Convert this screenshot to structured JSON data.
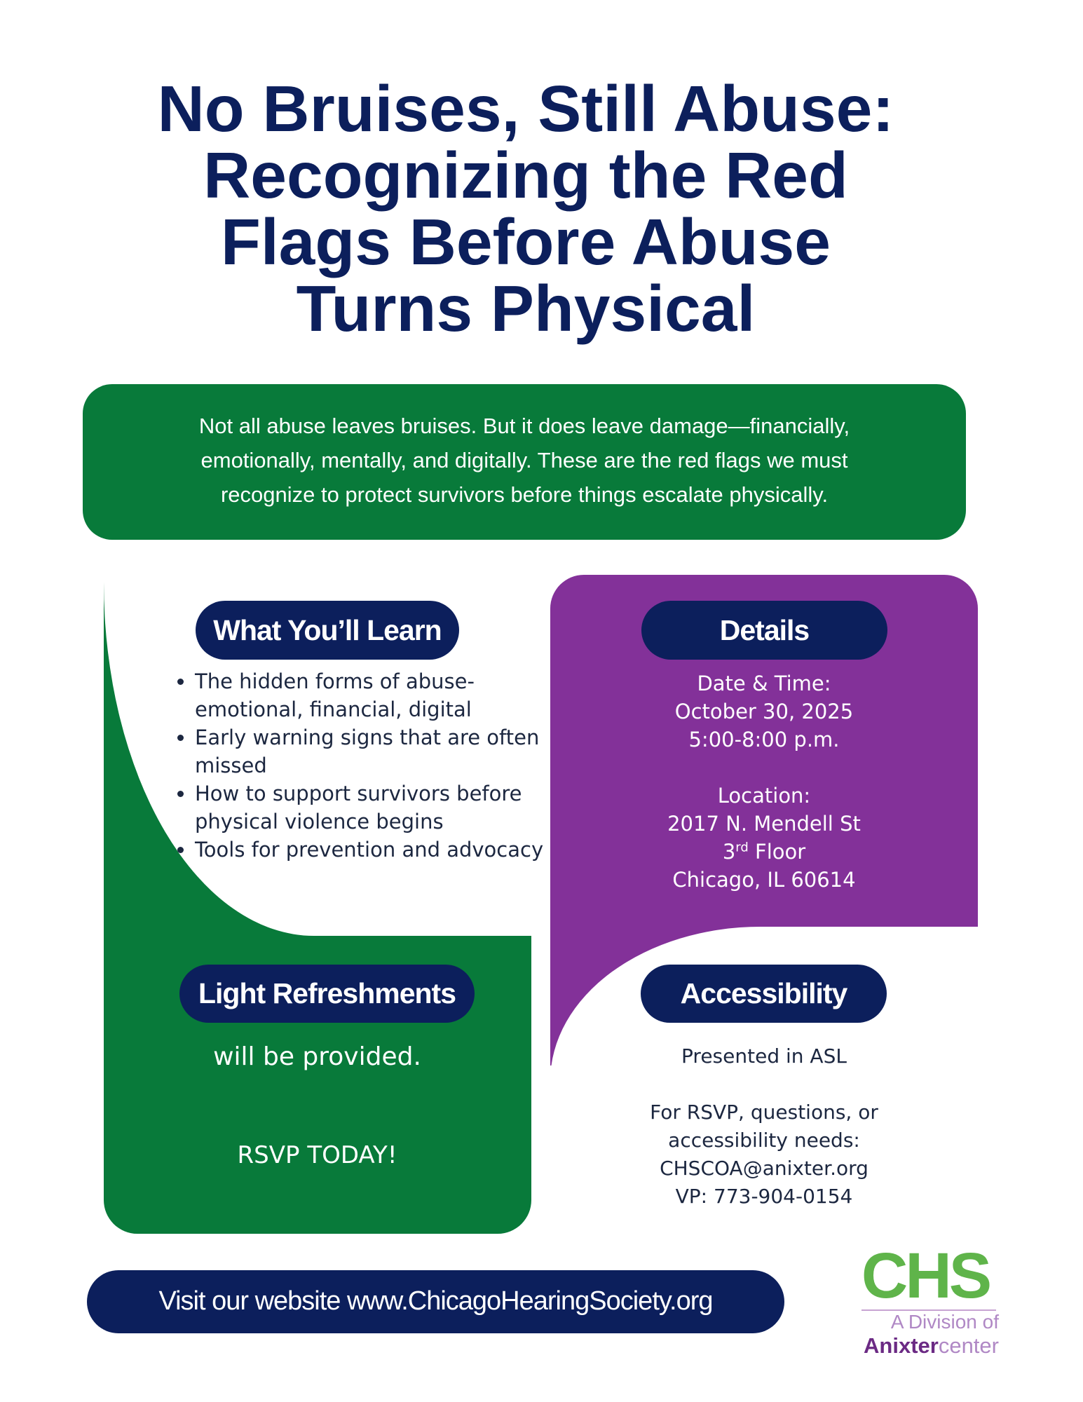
{
  "title": {
    "lines": [
      "No Bruises, Still Abuse:",
      "Recognizing the Red",
      "Flags Before Abuse",
      "Turns Physical"
    ]
  },
  "intro": {
    "lines": [
      "Not all abuse leaves bruises. But it does leave damage—financially,",
      "emotionally, mentally, and digitally. These are the red flags we must",
      "recognize to protect survivors before things escalate physically."
    ]
  },
  "learn": {
    "heading": "What You’ll Learn",
    "items": [
      "The hidden forms of abuse- emotional, financial, digital",
      "Early warning signs that are often missed",
      "How to support survivors before physical violence begins",
      "Tools for prevention and advocacy"
    ]
  },
  "details": {
    "heading": "Details",
    "date_label": "Date & Time:",
    "date": "October 30, 2025",
    "time": "5:00-8:00 p.m.",
    "location_label": "Location:",
    "address": "2017 N. Mendell St",
    "floor_number": "3",
    "floor_suffix": "rd",
    "floor_word": "Floor",
    "city": "Chicago, IL 60614"
  },
  "refreshments": {
    "heading": "Light Refreshments",
    "note": "will be provided.",
    "rsvp": "RSVP TODAY!"
  },
  "accessibility": {
    "heading": "Accessibility",
    "asl": "Presented in ASL",
    "contact_line1": "For RSVP, questions, or",
    "contact_line2": "accessibility needs:",
    "email": "CHSCOA@anixter.org",
    "vp": "VP: 773-904-0154"
  },
  "footer": {
    "text": "Visit our website www.ChicagoHearingSociety.org"
  },
  "logo": {
    "wordmark": "CHS",
    "division": "A Division of",
    "brand_bold": "Anixter",
    "brand_light": "center"
  },
  "colors": {
    "navy": "#0c1f5c",
    "green": "#087a3a",
    "purple": "#833199",
    "logo_green": "#5fb44a"
  }
}
